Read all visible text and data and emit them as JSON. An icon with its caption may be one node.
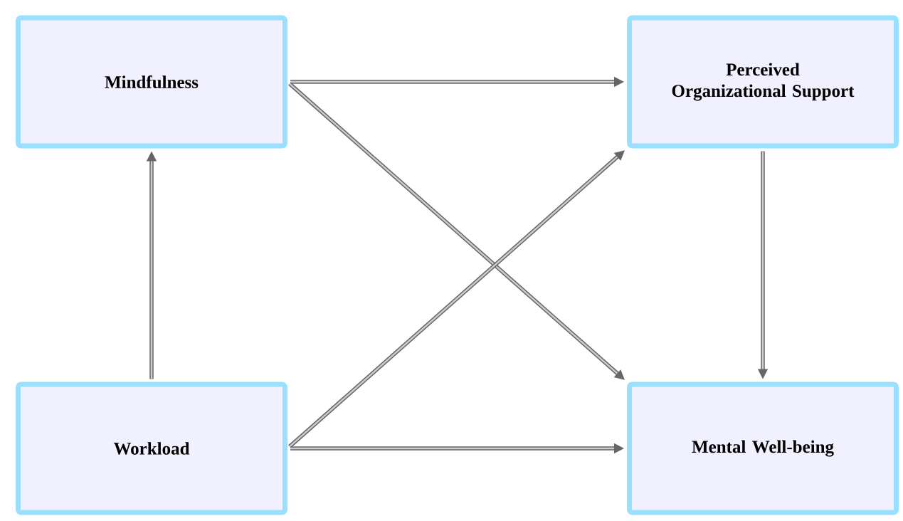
{
  "diagram": {
    "nodes": [
      {
        "text": [
          "Mindfulness"
        ]
      },
      {
        "text": [
          "Perceived Organizational Support"
        ]
      },
      {
        "text": [
          "Workload"
        ]
      },
      {
        "text": [
          "Mental Well-being"
        ]
      }
    ],
    "edges": [
      {
        "from": 2,
        "to": 0,
        "arrow": "to"
      },
      {
        "from": 0,
        "to": 1,
        "arrow": "to"
      },
      {
        "from": 0,
        "to": 3,
        "arrow": "to"
      },
      {
        "from": 2,
        "to": 1,
        "arrow": "to"
      },
      {
        "from": 2,
        "to": 3,
        "arrow": "to"
      },
      {
        "from": 1,
        "to": 3,
        "arrow": "to"
      }
    ]
  }
}
